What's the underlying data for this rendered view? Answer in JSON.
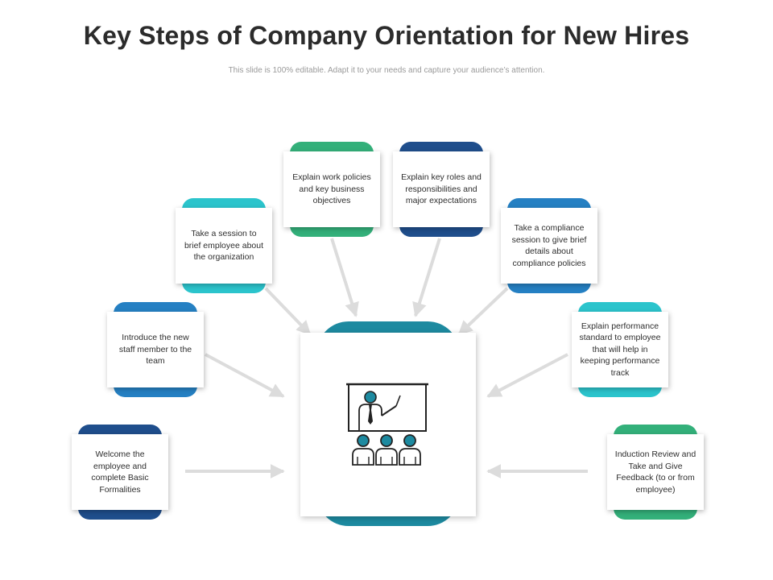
{
  "header": {
    "title": "Key Steps of Company Orientation for New Hires",
    "subtitle": "This slide is 100% editable. Adapt it to your needs and capture your audience’s attention."
  },
  "colors": {
    "navy": "#1f4e8c",
    "blue": "#2580c3",
    "teal": "#2bc4cc",
    "green": "#33b07a",
    "center_accent": "#1d8aa0",
    "arrow": "#dcdcdc"
  },
  "center": {
    "icon": "presentation-training-icon"
  },
  "steps": [
    {
      "text": "Welcome the employee and complete Basic Formalities",
      "color": "#1f4e8c"
    },
    {
      "text": "Introduce the new staff member to the team",
      "color": "#2580c3"
    },
    {
      "text": "Take a session to brief employee about the organization",
      "color": "#2bc4cc"
    },
    {
      "text": "Explain work policies and key business objectives",
      "color": "#33b07a"
    },
    {
      "text": "Explain key roles and responsibilities and major expectations",
      "color": "#1f4e8c"
    },
    {
      "text": "Take a compliance session to give brief details about compliance policies",
      "color": "#2580c3"
    },
    {
      "text": "Explain performance standard to employee that will help in keeping performance track",
      "color": "#2bc4cc"
    },
    {
      "text": "Induction Review and Take and Give Feedback (to or from employee)",
      "color": "#33b07a"
    }
  ]
}
